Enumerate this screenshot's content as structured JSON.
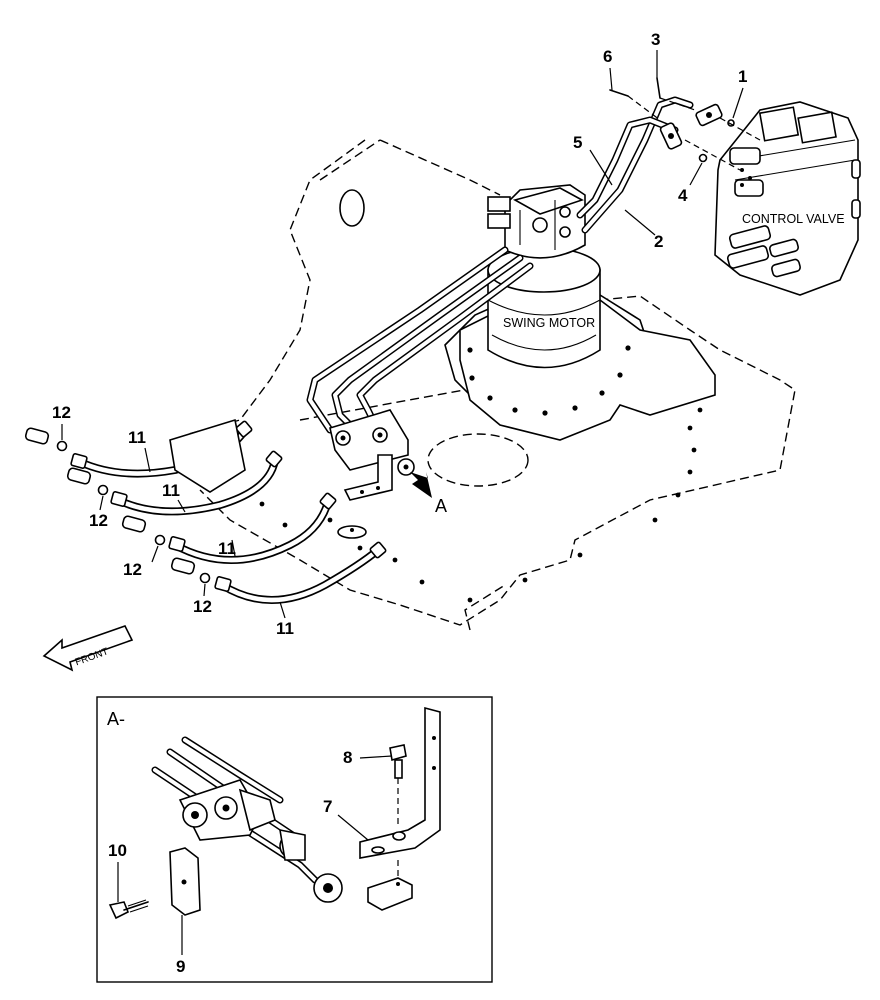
{
  "labels": {
    "control_valve": "CONTROL VALVE",
    "swing_motor": "SWING MOTOR",
    "front": "FRONT",
    "view_arrow": "A",
    "detail_title": "A-"
  },
  "callouts": {
    "c1": "1",
    "c2": "2",
    "c3": "3",
    "c4": "4",
    "c5": "5",
    "c6": "6",
    "c7": "7",
    "c8": "8",
    "c9": "9",
    "c10": "10",
    "c11": "11",
    "c12": "12"
  }
}
